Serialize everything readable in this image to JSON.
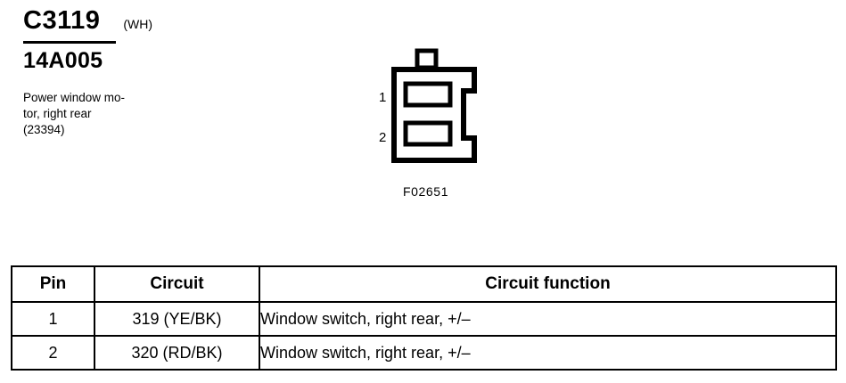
{
  "header": {
    "connector_id": "C3119",
    "connector_color": "(WH)",
    "part_number": "14A005",
    "description_lines": [
      "Power window mo-",
      "tor, right rear",
      "(23394)"
    ]
  },
  "diagram": {
    "connector_code": "F02651",
    "pin_labels": [
      "1",
      "2"
    ],
    "cavity_count": 2,
    "outline_color": "#000000"
  },
  "table": {
    "headers": [
      "Pin",
      "Circuit",
      "Circuit function"
    ],
    "rows": [
      {
        "pin": "1",
        "circuit": "319 (YE/BK)",
        "function": "Window switch, right rear, +/–"
      },
      {
        "pin": "2",
        "circuit": "320 (RD/BK)",
        "function": "Window switch, right rear, +/–"
      }
    ]
  }
}
